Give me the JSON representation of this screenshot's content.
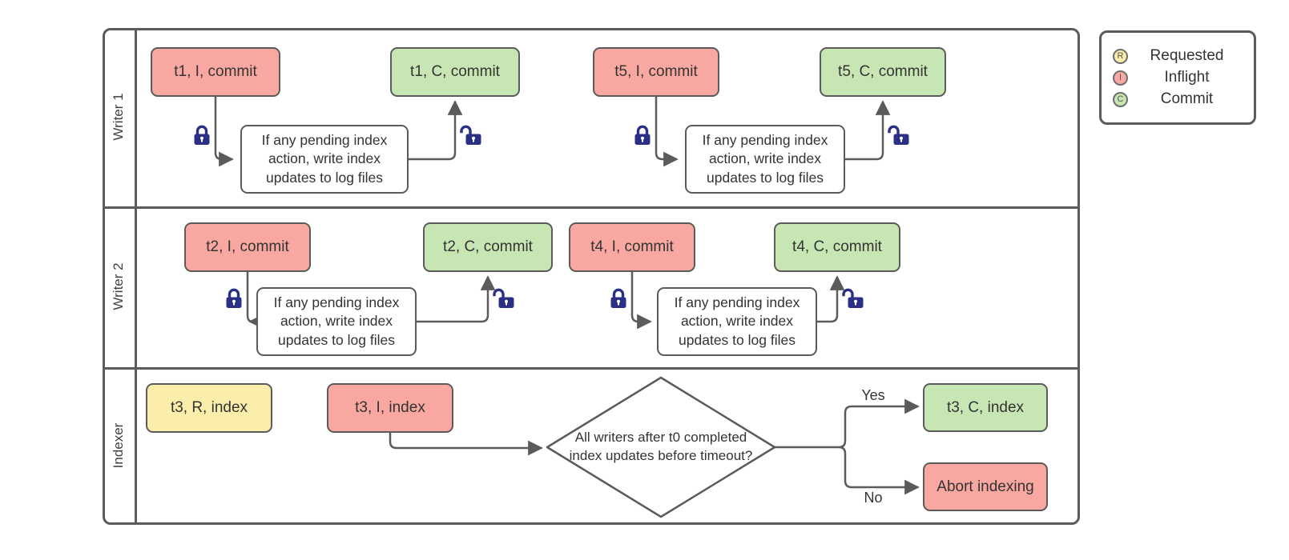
{
  "lanes": [
    {
      "label": "Writer 1"
    },
    {
      "label": "Writer 2"
    },
    {
      "label": "Indexer"
    }
  ],
  "nodes": {
    "t1_inflight": "t1, I, commit",
    "t1_commit": "t1, C, commit",
    "t5_inflight": "t5, I, commit",
    "t5_commit": "t5, C, commit",
    "t2_inflight": "t2, I, commit",
    "t2_commit": "t2, C, commit",
    "t4_inflight": "t4, I, commit",
    "t4_commit": "t4, C, commit",
    "t3_requested": "t3, R, index",
    "t3_inflight": "t3, I, index",
    "t3_commit": "t3, C, index",
    "abort": "Abort indexing",
    "pending_note": "If any pending index action, write index updates to log files",
    "decision": "All writers after t0 completed index updates before timeout?"
  },
  "edge_labels": {
    "yes": "Yes",
    "no": "No"
  },
  "legend": {
    "items": [
      {
        "badge": "R",
        "label": "Requested",
        "color": "#fbeeab"
      },
      {
        "badge": "I",
        "label": "Inflight",
        "color": "#f9a8a1"
      },
      {
        "badge": "C",
        "label": "Commit",
        "color": "#c8e6b4"
      }
    ]
  },
  "colors": {
    "requested_fill": "#fbeeab",
    "inflight_fill": "#f9a8a1",
    "commit_fill": "#c8e6b4",
    "shape_border": "#5b5b5b",
    "connector": "#5b5b5b",
    "lock": "#2b3087",
    "text": "#333333"
  }
}
